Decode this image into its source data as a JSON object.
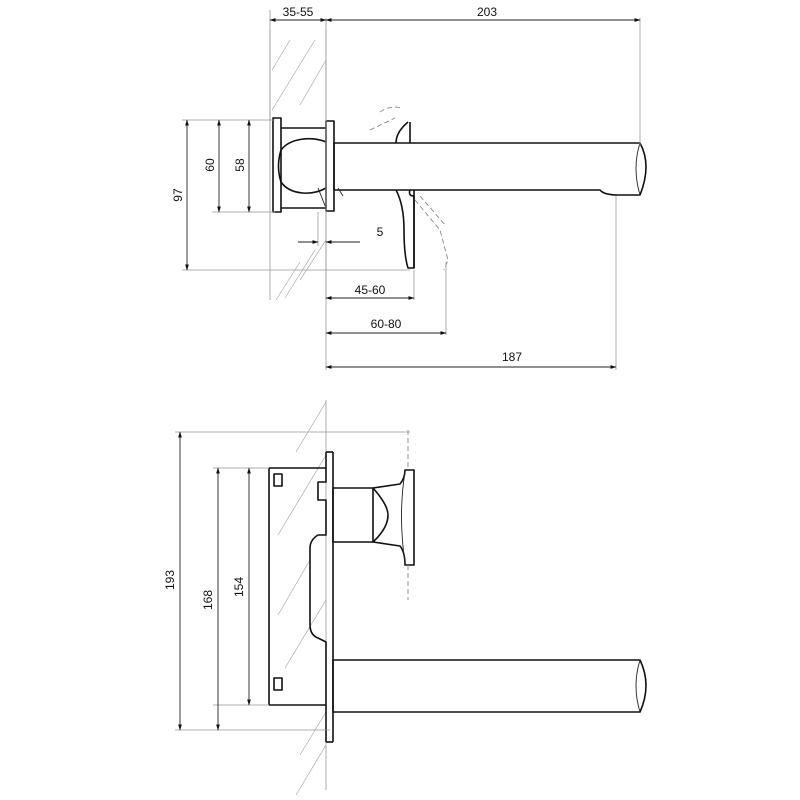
{
  "dimensions": {
    "top_view": {
      "wall_depth": "35-55",
      "spout_length": "203",
      "plate_height_outer": "60",
      "plate_height_inner": "58",
      "overall_height": "97",
      "offset": "5",
      "lever_range_a": "45-60",
      "lever_range_b": "60-80",
      "spout_projection": "187"
    },
    "front_view": {
      "overall_height": "193",
      "plate_height": "168",
      "body_height": "154"
    }
  }
}
